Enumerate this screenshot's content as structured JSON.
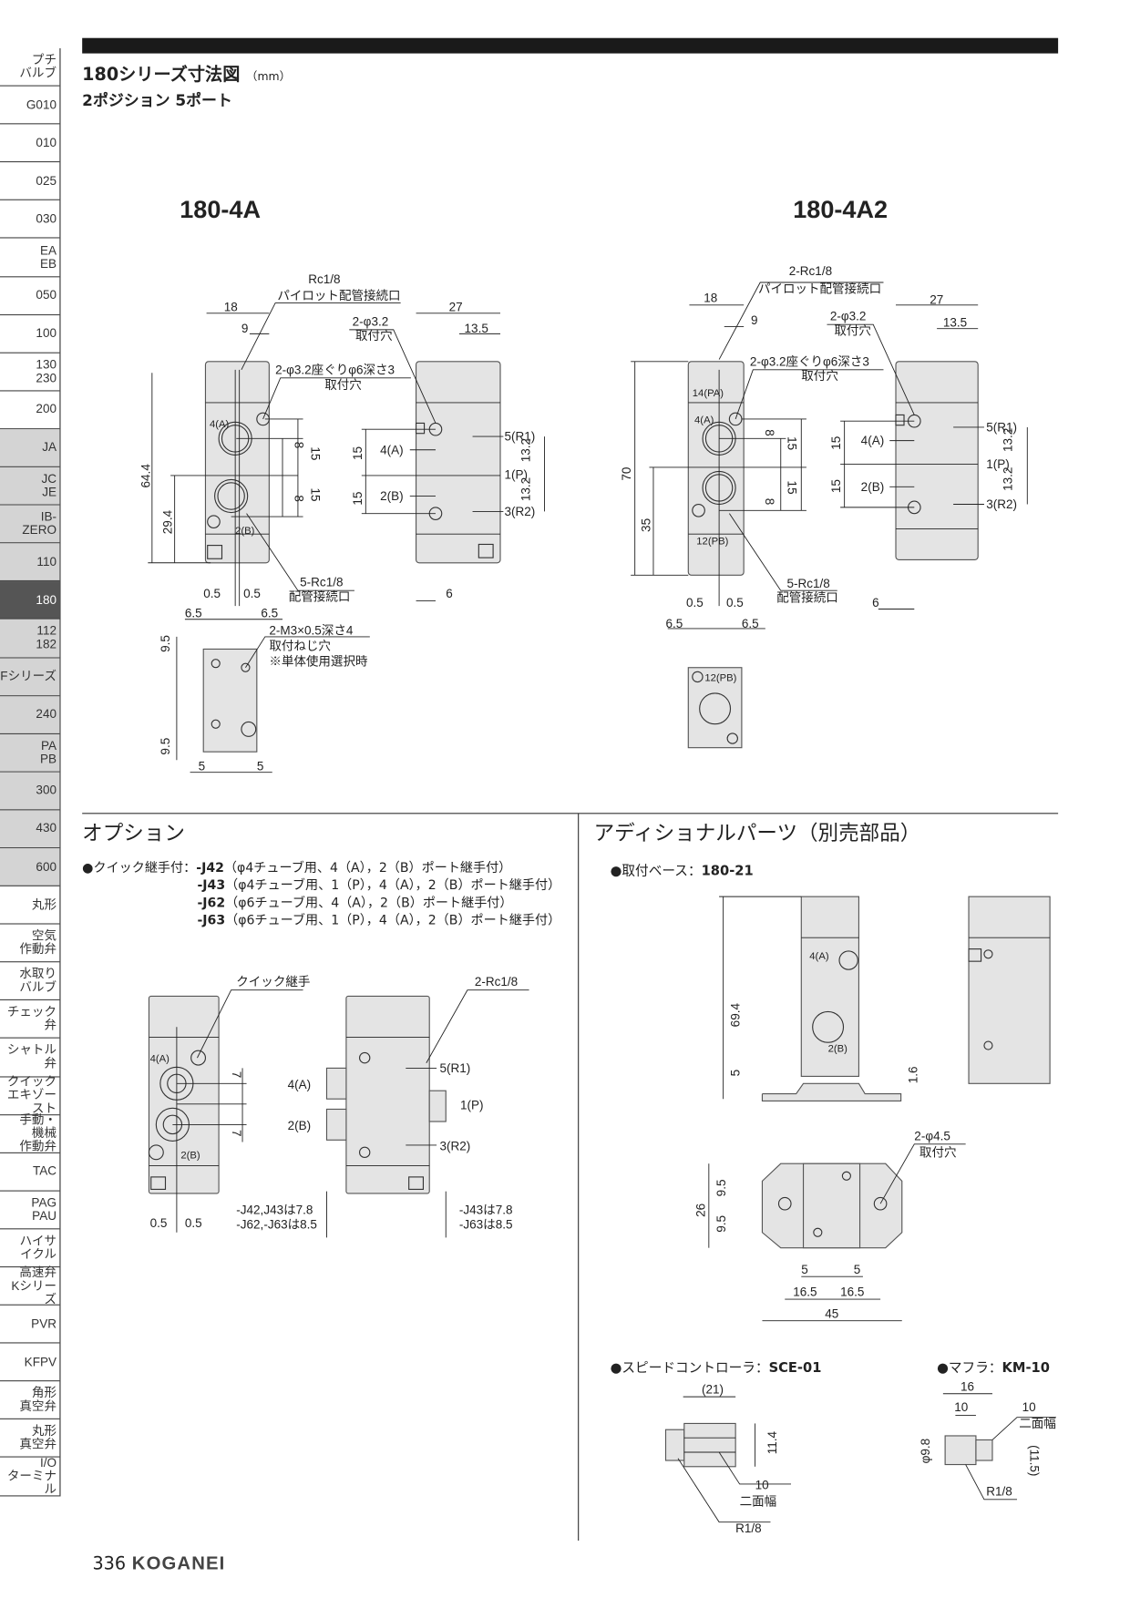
{
  "sidebar": {
    "items": [
      {
        "label": "プチ\nバルブ"
      },
      {
        "label": "G010"
      },
      {
        "label": "010"
      },
      {
        "label": "025"
      },
      {
        "label": "030"
      },
      {
        "label": "EA\nEB"
      },
      {
        "label": "050"
      },
      {
        "label": "100"
      },
      {
        "label": "130\n230"
      },
      {
        "label": "200"
      },
      {
        "label": "JA"
      },
      {
        "label": "JC\nJE"
      },
      {
        "label": "IB-\nZERO"
      },
      {
        "label": "110"
      },
      {
        "label": "180"
      },
      {
        "label": "112\n182"
      },
      {
        "label": "Fシリーズ"
      },
      {
        "label": "240"
      },
      {
        "label": "PA\nPB"
      },
      {
        "label": "300"
      },
      {
        "label": "430"
      },
      {
        "label": "600"
      },
      {
        "label": "丸形"
      },
      {
        "label": "空気\n作動弁"
      },
      {
        "label": "水取り\nバルブ"
      },
      {
        "label": "チェック弁"
      },
      {
        "label": "シャトル弁"
      },
      {
        "label": "クイック\nエキゾースト"
      },
      {
        "label": "手動・\n機械\n作動弁"
      },
      {
        "label": "TAC"
      },
      {
        "label": "PAG\nPAU"
      },
      {
        "label": "ハイサ\nイクル"
      },
      {
        "label": "高速弁\nKシリーズ"
      },
      {
        "label": "PVR"
      },
      {
        "label": "KFPV"
      },
      {
        "label": "角形\n真空弁"
      },
      {
        "label": "丸形\n真空弁"
      },
      {
        "label": "I/O\nターミナル"
      }
    ],
    "active": "180"
  },
  "header": {
    "title": "180シリーズ寸法図",
    "unit": "（mm）",
    "subtitle": "2ポジション 5ポート"
  },
  "d4a": {
    "model": "180-4A",
    "rc": "Rc1/8",
    "pilot": "パイロット配管接続口",
    "w18": "18",
    "w9": "9",
    "w27": "27",
    "w135": "13.5",
    "phi32": "2-φ3.2",
    "mount": "取付穴",
    "cb": "2-φ3.2座ぐりφ6深さ3",
    "mount2": "取付穴",
    "h644": "64.4",
    "h294": "29.4",
    "d8a": "8",
    "d15a": "15",
    "d8b": "8",
    "d15b": "15",
    "s15a": "15",
    "s15b": "15",
    "p4a": "4(A)",
    "p2b": "2(B)",
    "s4a": "4(A)",
    "s2b": "2(B)",
    "r1": "5(R1)",
    "p": "1(P)",
    "r2": "3(R2)",
    "d132a": "13.2",
    "d132b": "13.2",
    "rc5": "5-Rc1/8",
    "conn": "配管接続口",
    "d05a": "0.5",
    "d05b": "0.5",
    "d65a": "6.5",
    "d65b": "6.5",
    "d6": "6",
    "m3": "2-M3×0.5深さ4",
    "screw": "取付ねじ穴",
    "note": "※単体使用選択時",
    "d95a": "9.5",
    "d95b": "9.5",
    "d5a": "5",
    "d5b": "5",
    "p2bsmall": "2(B)"
  },
  "d4a2": {
    "model": "180-4A2",
    "rc": "2-Rc1/8",
    "pilot": "パイロット配管接続口",
    "w18": "18",
    "w9": "9",
    "w27": "27",
    "w135": "13.5",
    "phi32": "2-φ3.2",
    "mount": "取付穴",
    "cb": "2-φ3.2座ぐりφ6深さ3",
    "mount2": "取付穴",
    "pa": "14(PA)",
    "pb": "12(PB)",
    "h70": "70",
    "h35": "35",
    "d8a": "8",
    "d15a": "15",
    "d8b": "8",
    "d15b": "15",
    "s15a": "15",
    "s15b": "15",
    "s4a": "4(A)",
    "s2b": "2(B)",
    "p4a": "4(A)",
    "r1": "5(R1)",
    "p": "1(P)",
    "r2": "3(R2)",
    "d132a": "13.2",
    "d132b": "13.2",
    "rc5": "5-Rc1/8",
    "conn": "配管接続口",
    "d05a": "0.5",
    "d05b": "0.5",
    "d65a": "6.5",
    "d65b": "6.5",
    "d6": "6",
    "pbview": "12(PB)"
  },
  "options": {
    "heading": "オプション",
    "lead": "●クイック継手付：",
    "items": [
      {
        "code": "-J42",
        "desc": "（φ4チューブ用、4（A），2（B）ポート継手付）"
      },
      {
        "code": "-J43",
        "desc": "（φ4チューブ用、1（P），4（A），2（B）ポート継手付）"
      },
      {
        "code": "-J62",
        "desc": "（φ6チューブ用、4（A），2（B）ポート継手付）"
      },
      {
        "code": "-J63",
        "desc": "（φ6チューブ用、1（P），4（A），2（B）ポート継手付）"
      }
    ],
    "drawing": {
      "qc": "クイック継手",
      "rc": "2-Rc1/8",
      "p4a": "4(A)",
      "p2b": "2(B)",
      "d7a": "7",
      "d7b": "7",
      "s4a": "4(A)",
      "s2b": "2(B)",
      "r1": "5(R1)",
      "p": "1(P)",
      "r2": "3(R2)",
      "d05a": "0.5",
      "d05b": "0.5",
      "n1": "-J42,J43は7.8",
      "n2": "-J62,-J63は8.5",
      "n3": "-J43は7.8",
      "n4": "-J63は8.5"
    }
  },
  "parts": {
    "heading": "アディショナルパーツ（別売部品）",
    "base": {
      "label": "●取付ベース：",
      "code": "180-21",
      "p4a": "4(A)",
      "p2b": "2(B)",
      "h694": "69.4",
      "d5": "5",
      "d16": "1.6",
      "hole": "2-φ4.5",
      "mount": "取付穴",
      "h26": "26",
      "d95a": "9.5",
      "d95b": "9.5",
      "d5a": "5",
      "d5b": "5",
      "d165a": "16.5",
      "d165b": "16.5",
      "w45": "45"
    },
    "sce": {
      "label": "●スピードコントローラ：",
      "code": "SCE-01",
      "w21": "(21)",
      "h114": "11.4",
      "hex": "10",
      "hexl": "二面幅",
      "r18": "R1/8"
    },
    "km": {
      "label": "●マフラ：",
      "code": "KM-10",
      "w16": "16",
      "d10a": "10",
      "d10b": "10",
      "hexl": "二面幅",
      "phi": "φ9.8",
      "h115": "(11.5)",
      "r18": "R1/8"
    }
  },
  "footer": {
    "page": "336",
    "brand": "KOGANEI"
  }
}
